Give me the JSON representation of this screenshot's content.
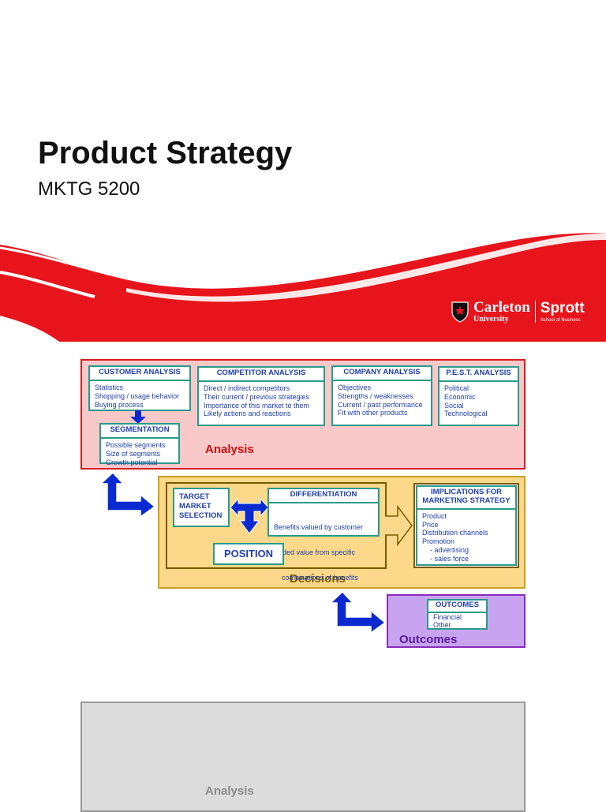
{
  "slide": {
    "title": "Product Strategy",
    "subtitle": "MKTG 5200"
  },
  "logo": {
    "carleton": "Carleton",
    "carleton_sub": "University",
    "sprott": "Sprott",
    "sprott_sub": "School of Business"
  },
  "diagram": {
    "analysis": {
      "label": "Analysis",
      "customer": {
        "title": "CUSTOMER ANALYSIS",
        "items": [
          "Statistics",
          "Shopping / usage behavior",
          "Buying process"
        ]
      },
      "competitor": {
        "title": "COMPETITOR ANALYSIS",
        "items": [
          "Direct / indirect competitors",
          "Their current / previous strategies",
          "Importance of this market to them",
          "Likely actions and reactions"
        ]
      },
      "company": {
        "title": "COMPANY ANALYSIS",
        "items": [
          "Objectives",
          "Strengths / weaknesses",
          "Current / past performance",
          "Fit with other products"
        ]
      },
      "pest": {
        "title": "P.E.S.T. ANALYSIS",
        "items": [
          "Political",
          "Economic",
          "Social",
          "Technological"
        ]
      },
      "segmentation": {
        "title": "SEGMENTATION",
        "items": [
          "Possible segments",
          "Size of segments",
          "Growth potential"
        ]
      }
    },
    "decisions": {
      "label": "Decisions",
      "target": {
        "lines": [
          "TARGET",
          "MARKET",
          "SELECTION"
        ]
      },
      "differentiation": {
        "title": "DIFFERENTIATION",
        "items": [
          "Benefits valued by customer",
          "Added value from specific",
          "    combinations of benefits"
        ]
      },
      "position": "POSITION",
      "implications": {
        "title": "IMPLICATIONS FOR MARKETING STRATEGY",
        "items": [
          "Product",
          "Price",
          "Distribution channels",
          "Promotion",
          "    - advertising",
          "    - sales force"
        ]
      }
    },
    "outcomes": {
      "label": "Outcomes",
      "box": {
        "title": "OUTCOMES",
        "items": [
          "Financial",
          "Other"
        ]
      }
    }
  },
  "bottom_panel": {
    "label": "Analysis"
  },
  "colors": {
    "banner_red": "#e8141b",
    "analysis_fill": "#f9c9c9",
    "decisions_fill": "#fbd88a",
    "outcomes_fill": "#c8a4f0",
    "arrow_blue": "#0a2ad0",
    "box_text": "#1f3fa8"
  }
}
